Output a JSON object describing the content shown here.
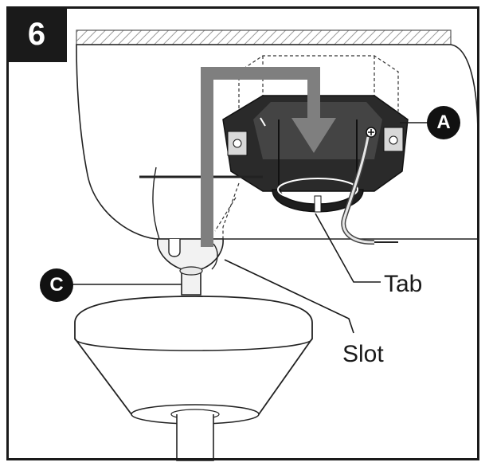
{
  "step": {
    "number": "6"
  },
  "callouts": {
    "a": "A",
    "c": "C"
  },
  "labels": {
    "tab": "Tab",
    "slot": "Slot"
  },
  "colors": {
    "ink": "#1a1a1a",
    "arrow": "#7f7f7f",
    "bracket": "#2a2a2a",
    "hatch": "#9a9a9a"
  }
}
